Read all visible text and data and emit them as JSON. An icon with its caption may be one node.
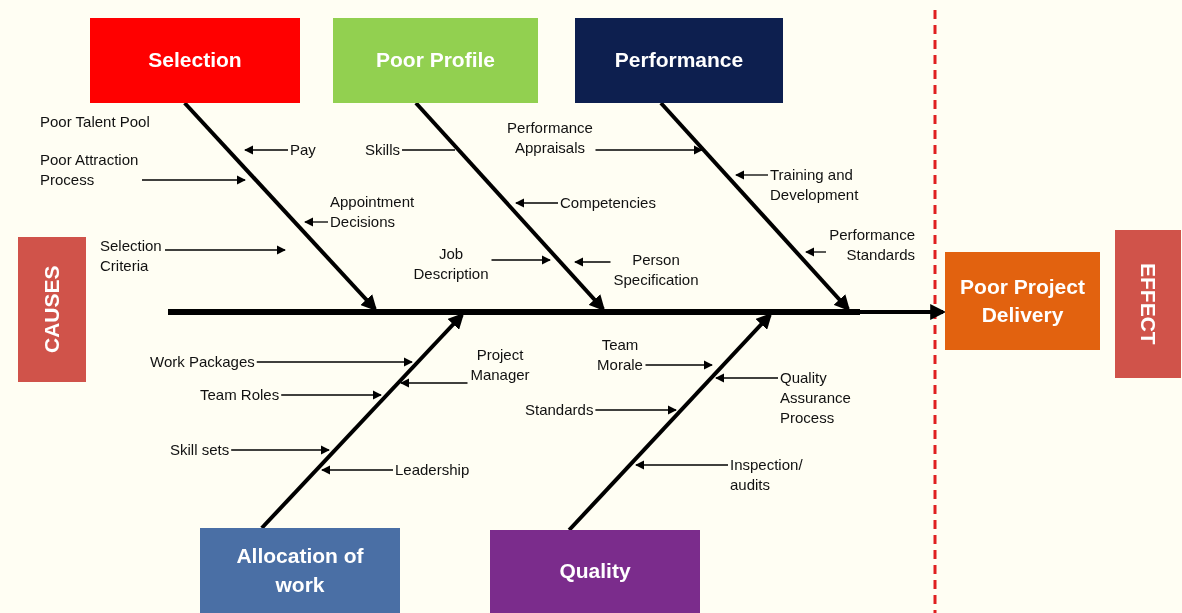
{
  "diagram": {
    "nodes": [
      {
        "text": [
          "Selection"
        ]
      },
      {
        "text": [
          "Poor Profile"
        ]
      },
      {
        "text": [
          "Performance"
        ]
      },
      {
        "text": [
          "CAUSES"
        ]
      },
      {
        "text": [
          "Poor Project Delivery"
        ]
      },
      {
        "text": [
          "EFFECT"
        ]
      },
      {
        "text": [
          "Poor Attraction Process"
        ]
      },
      {
        "text": [
          "Pay"
        ]
      },
      {
        "text": [
          "Skills"
        ]
      },
      {
        "text": [
          "Performance Appraisals"
        ]
      },
      {
        "text": [
          "Competencies"
        ]
      },
      {
        "text": [
          "Training and Development"
        ]
      },
      {
        "text": [
          "Performance Standards"
        ]
      },
      {
        "text": [
          "Appointment Decisions"
        ]
      },
      {
        "text": [
          "Selection Criteria"
        ]
      },
      {
        "text": [
          "Job Description"
        ]
      },
      {
        "text": [
          "Person Specification"
        ]
      },
      {
        "text": [
          "Work Packages"
        ]
      },
      {
        "text": [
          "Team Roles"
        ]
      },
      {
        "text": [
          "Skill sets"
        ]
      },
      {
        "text": [
          "Project Manager"
        ]
      },
      {
        "text": [
          "Standards"
        ]
      },
      {
        "text": [
          "Team Morale"
        ]
      },
      {
        "text": [
          "Leadership"
        ]
      },
      {
        "text": [
          "Quality Assurance Process"
        ]
      },
      {
        "text": [
          "Inspection/ audits"
        ]
      },
      {
        "text": [
          "Allocation of work"
        ]
      },
      {
        "text": [
          "Quality"
        ]
      },
      {
        "text": [],
        "shape": "bar"
      }
    ],
    "edges": [
      {
        "from": 28,
        "to": 4,
        "arrow": "to",
        "style": "thick"
      },
      {
        "from": 0,
        "to": 28,
        "arrow": "to",
        "style": "thick"
      },
      {
        "from": 1,
        "to": 28,
        "arrow": "to",
        "style": "thick"
      },
      {
        "from": 2,
        "to": 28,
        "arrow": "to",
        "style": "thick"
      },
      {
        "from": 26,
        "to": 28,
        "arrow": "to",
        "style": "thick"
      },
      {
        "from": 27,
        "to": 28,
        "arrow": "to",
        "style": "thick"
      },
      {
        "from": 6,
        "to": null,
        "arrow": "to"
      },
      {
        "from": 7,
        "to": null,
        "arrow": "to"
      },
      {
        "from": 8,
        "to": null,
        "arrow": "none"
      },
      {
        "from": 9,
        "to": null,
        "arrow": "to"
      },
      {
        "from": 10,
        "to": null,
        "arrow": "to"
      },
      {
        "from": 11,
        "to": null,
        "arrow": "to"
      },
      {
        "from": 12,
        "to": null,
        "arrow": "to"
      },
      {
        "from": 13,
        "to": null,
        "arrow": "to"
      },
      {
        "from": 14,
        "to": null,
        "arrow": "to"
      },
      {
        "from": 15,
        "to": null,
        "arrow": "to"
      },
      {
        "from": 16,
        "to": null,
        "arrow": "to"
      },
      {
        "from": 17,
        "to": null,
        "arrow": "to"
      },
      {
        "from": 18,
        "to": null,
        "arrow": "to"
      },
      {
        "from": 19,
        "to": null,
        "arrow": "to"
      },
      {
        "from": 20,
        "to": null,
        "arrow": "to"
      },
      {
        "from": 21,
        "to": null,
        "arrow": "to"
      },
      {
        "from": 22,
        "to": null,
        "arrow": "to"
      },
      {
        "from": 23,
        "to": null,
        "arrow": "to"
      },
      {
        "from": 24,
        "to": null,
        "arrow": "to"
      },
      {
        "from": 25,
        "to": null,
        "arrow": "to"
      }
    ],
    "labels": [
      "Poor Talent Pool"
    ]
  }
}
